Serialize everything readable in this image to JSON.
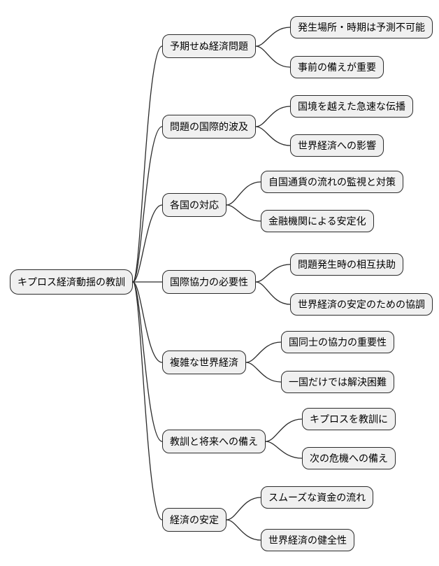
{
  "diagram": {
    "type": "mindmap",
    "root": {
      "label": "キプロス経済動揺の教訓"
    },
    "branches": [
      {
        "label": "予期せぬ経済問題",
        "children": [
          {
            "label": "発生場所・時期は予測不可能"
          },
          {
            "label": "事前の備えが重要"
          }
        ]
      },
      {
        "label": "問題の国際的波及",
        "children": [
          {
            "label": "国境を越えた急速な伝播"
          },
          {
            "label": "世界経済への影響"
          }
        ]
      },
      {
        "label": "各国の対応",
        "children": [
          {
            "label": "自国通貨の流れの監視と対策"
          },
          {
            "label": "金融機関による安定化"
          }
        ]
      },
      {
        "label": "国際協力の必要性",
        "children": [
          {
            "label": "問題発生時の相互扶助"
          },
          {
            "label": "世界経済の安定のための協調"
          }
        ]
      },
      {
        "label": "複雑な世界経済",
        "children": [
          {
            "label": "国同士の協力の重要性"
          },
          {
            "label": "一国だけでは解決困難"
          }
        ]
      },
      {
        "label": "教訓と将来への備え",
        "children": [
          {
            "label": "キプロスを教訓に"
          },
          {
            "label": "次の危機への備え"
          }
        ]
      },
      {
        "label": "経済の安定",
        "children": [
          {
            "label": "スムーズな資金の流れ"
          },
          {
            "label": "世界経済の健全性"
          }
        ]
      }
    ],
    "colors": {
      "node_fill": "#f0f0f0",
      "node_border": "#2b2b2b",
      "edge_color": "#2b2b2b",
      "background": "#ffffff",
      "text_color": "#000000"
    }
  }
}
